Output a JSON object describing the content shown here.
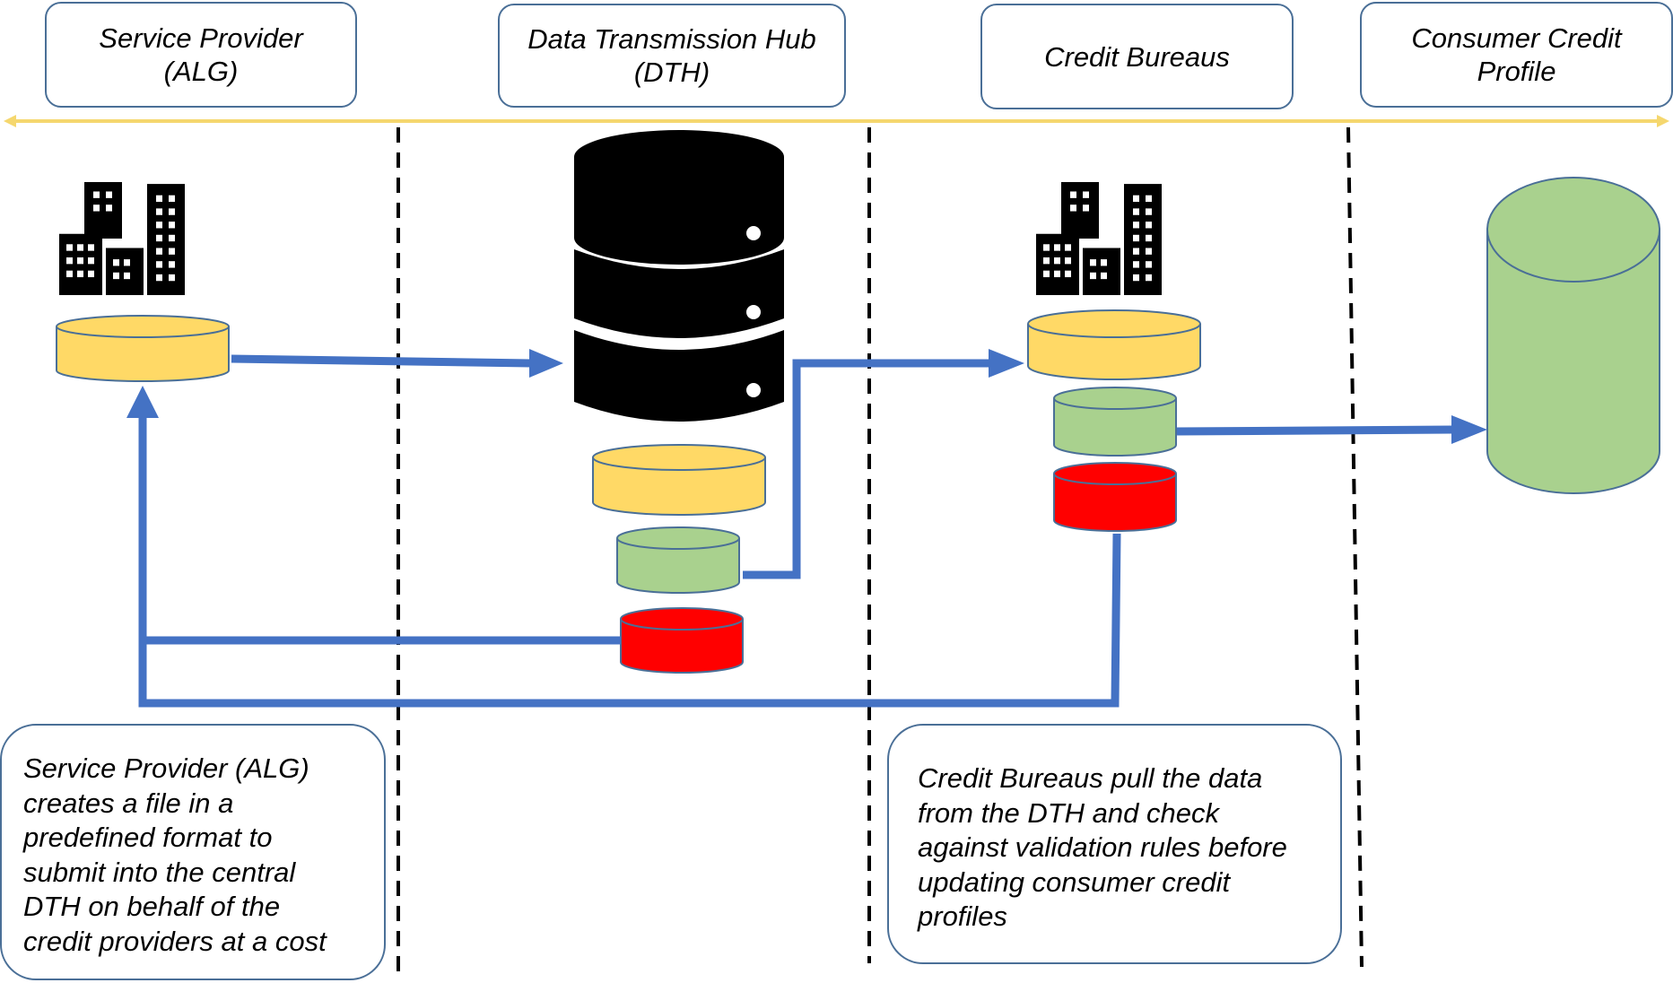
{
  "lanes": [
    {
      "key": "alg",
      "title": "Service Provider\n(ALG)"
    },
    {
      "key": "dth",
      "title": "Data Transmission Hub\n(DTH)"
    },
    {
      "key": "cb",
      "title": "Credit Bureaus"
    },
    {
      "key": "ccp",
      "title": "Consumer Credit\nProfile"
    }
  ],
  "notes": {
    "alg": "Service Provider (ALG)\ncreates a file in a\npredefined format to\nsubmit into the central\nDTH on behalf of the\ncredit providers at a cost",
    "cb": "Credit Bureaus pull the data\nfrom the DTH and check\nagainst validation rules before\nupdating consumer credit\nprofiles"
  },
  "colors": {
    "box_border": "#4a6f97",
    "timeline": "#f5d76e",
    "flow_arrow": "#4472c4",
    "data_yellow": "#ffd966",
    "data_green": "#a9d18e",
    "data_red": "#ff0000",
    "database": "#000000",
    "building": "#000000"
  },
  "icons": [
    "building-icon",
    "database-server-icon",
    "cylinder-icon"
  ]
}
